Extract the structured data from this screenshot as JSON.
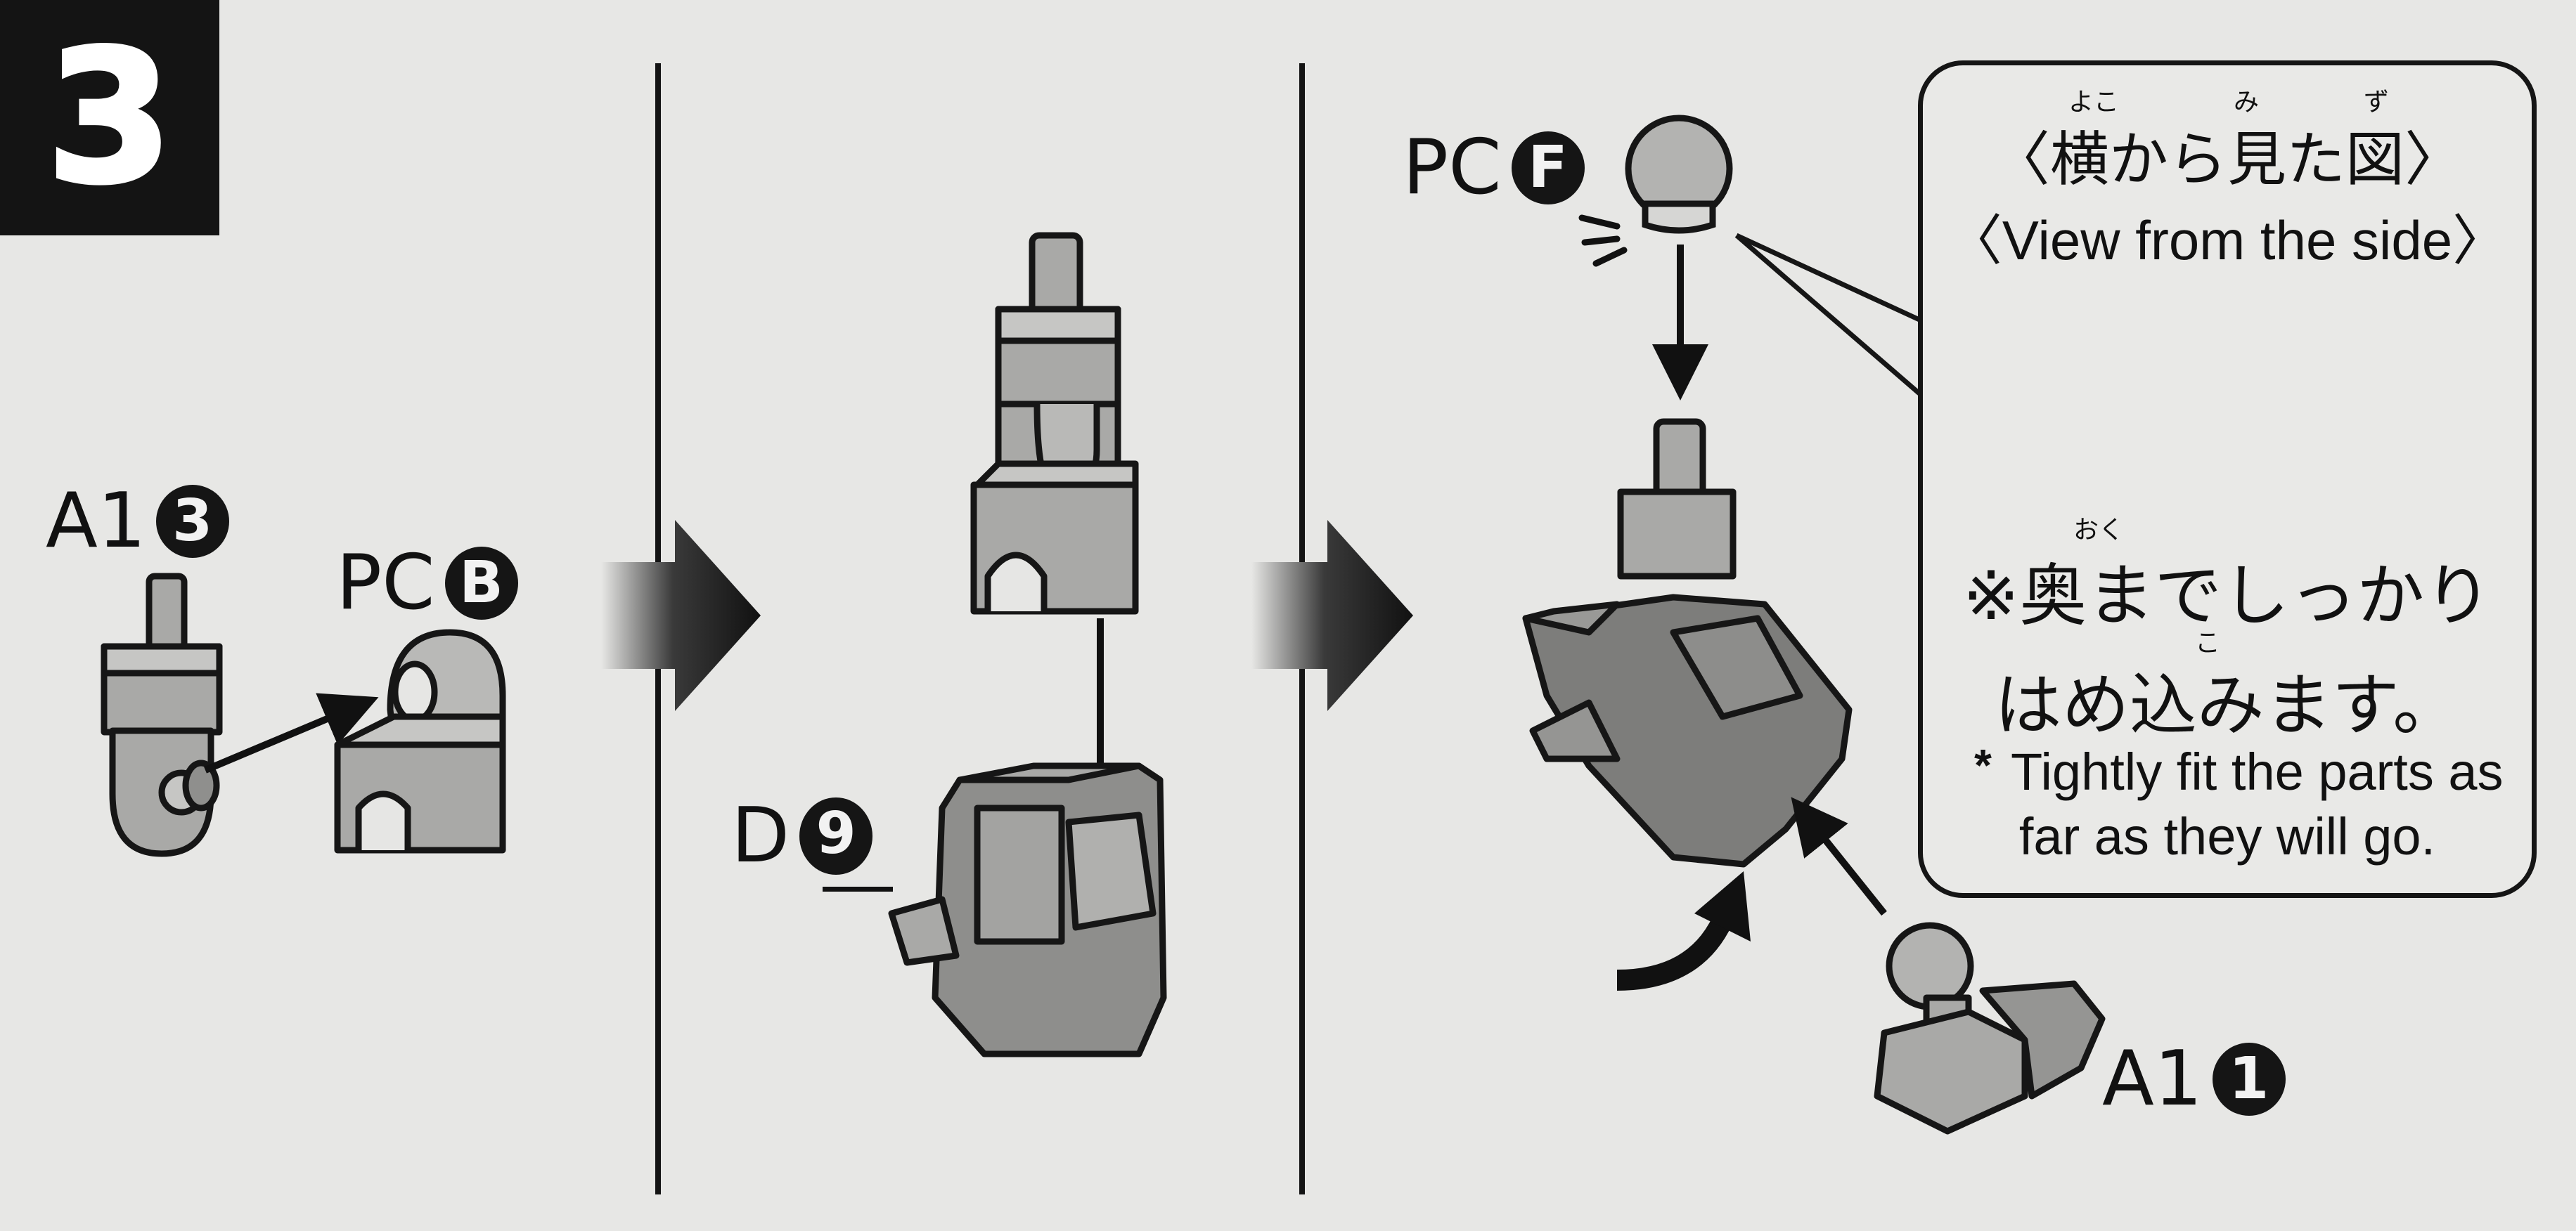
{
  "step": {
    "number": "3"
  },
  "labels": {
    "a1_3": {
      "code": "A1",
      "num": "3"
    },
    "pc_b": {
      "code": "PC",
      "num": "B"
    },
    "d_9": {
      "code": "D",
      "num": "9"
    },
    "pc_f": {
      "code": "PC",
      "num": "F"
    },
    "a1_1": {
      "code": "A1",
      "num": "1"
    }
  },
  "callout": {
    "title_jp": "〈横から見た図〉",
    "ruby_yoko": "よこ",
    "ruby_mi": "み",
    "ruby_zu": "ず",
    "title_en": "〈View from the side〉",
    "note_ruby_oku": "おく",
    "note_jp_line1": "※奥までしっかり",
    "note_ruby_ko": "こ",
    "note_jp_line2": "はめ込みます。",
    "note_en_line1": "Tightly fit the parts as",
    "note_en_line2": "far as they will go.",
    "note_en_mark": "*"
  },
  "icons": [
    "step-arrow-icon",
    "push-down-arrow-icon",
    "rotate-arrow-icon",
    "insert-arrow-icon"
  ]
}
